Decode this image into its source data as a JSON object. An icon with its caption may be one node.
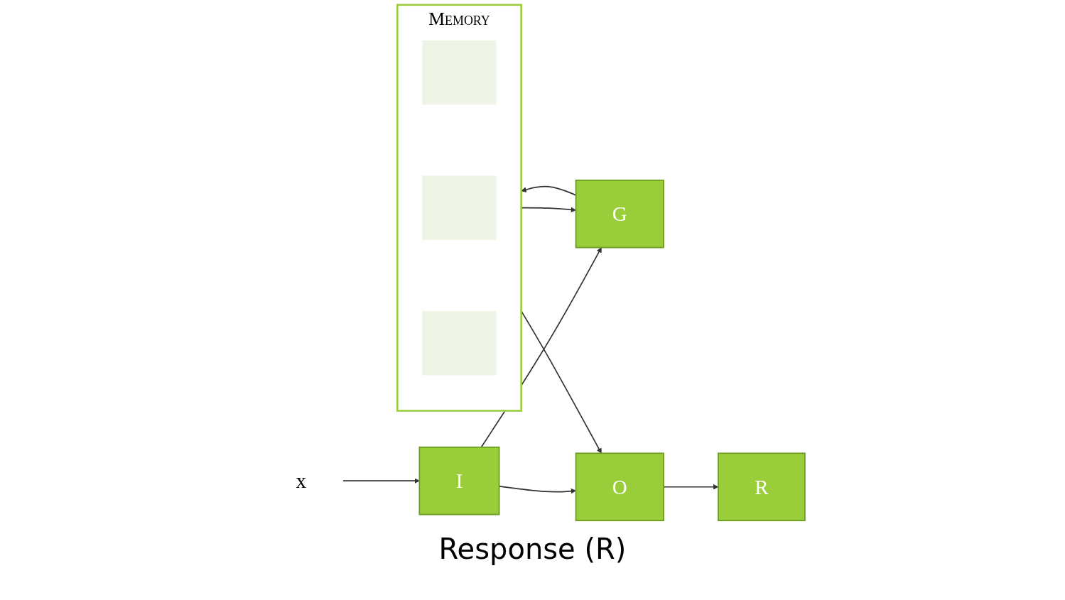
{
  "diagram": {
    "caption": "Response (R)",
    "nodes": [
      {
        "text": [
          "Memory"
        ]
      },
      {
        "text": [],
        "shape": "box",
        "in": 0
      },
      {
        "text": [],
        "shape": "box",
        "in": 0
      },
      {
        "text": [],
        "shape": "box",
        "in": 0
      },
      {
        "text": [
          "G"
        ]
      },
      {
        "text": [
          "x"
        ]
      },
      {
        "text": [
          "I"
        ]
      },
      {
        "text": [
          "O"
        ]
      },
      {
        "text": [
          "R"
        ]
      }
    ],
    "edges": [
      {
        "from": 0,
        "to": 4,
        "arrow": "to"
      },
      {
        "from": 4,
        "to": 0,
        "arrow": "to"
      },
      {
        "from": 6,
        "to": 4,
        "arrow": "to"
      },
      {
        "from": 5,
        "to": 6,
        "arrow": "to"
      },
      {
        "from": 6,
        "to": 7,
        "arrow": "to"
      },
      {
        "from": 0,
        "to": 7,
        "arrow": "to"
      },
      {
        "from": 7,
        "to": 8,
        "arrow": "to"
      }
    ]
  }
}
